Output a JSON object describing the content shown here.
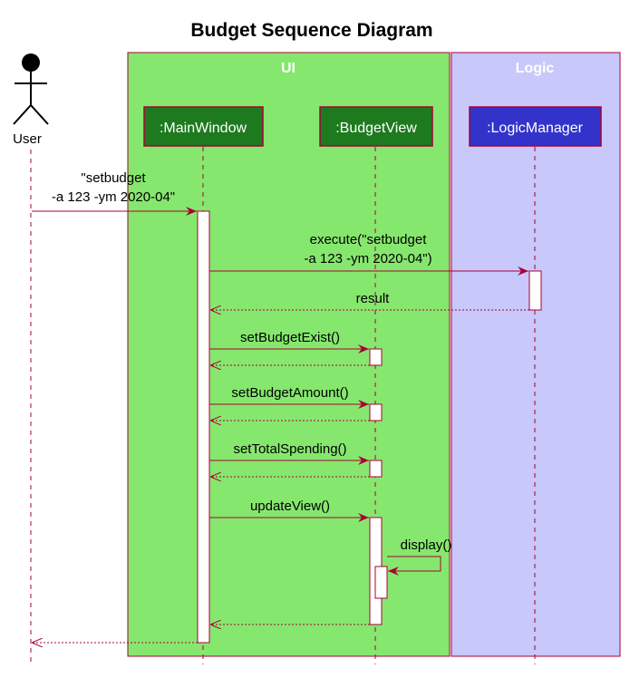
{
  "title": "Budget Sequence Diagram",
  "boxes": {
    "ui": {
      "label": "UI",
      "color": "#86E76E"
    },
    "logic": {
      "label": "Logic",
      "color": "#C8C8FA"
    }
  },
  "actor": {
    "label": "User"
  },
  "participants": [
    {
      "label": ":MainWindow",
      "color": "#1E7A1E"
    },
    {
      "label": ":BudgetView",
      "color": "#1E7A1E"
    },
    {
      "label": ":LogicManager",
      "color": "#3333CC"
    }
  ],
  "messages": {
    "user_call_line1": "\"setbudget",
    "user_call_line2": "-a 123 -ym 2020-04\"",
    "execute_line1": "execute(\"setbudget",
    "execute_line2": "-a 123 -ym 2020-04\")",
    "result": "result",
    "set_budget_exist": "setBudgetExist()",
    "set_budget_amount": "setBudgetAmount()",
    "set_total_spending": "setTotalSpending()",
    "update_view": "updateView()",
    "display": "display()"
  },
  "colors": {
    "arrow": "#A80036",
    "border": "#A80036"
  }
}
